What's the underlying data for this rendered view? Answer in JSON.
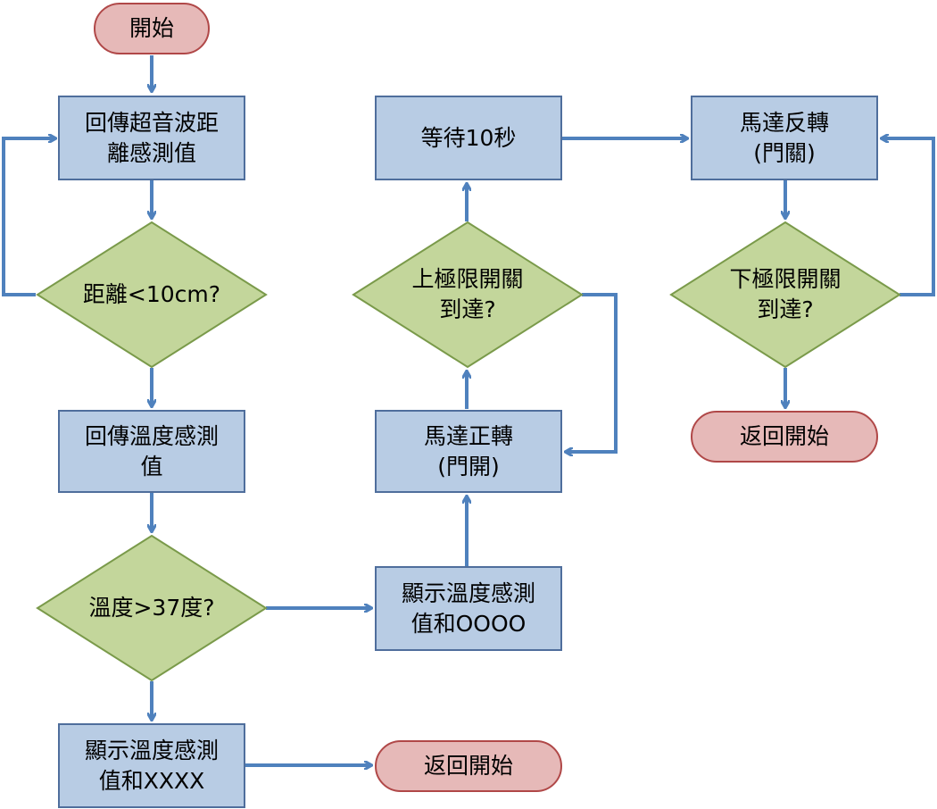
{
  "colors": {
    "process_fill": "#b8cce4",
    "process_border": "#4f6e9c",
    "decision_fill": "#c3d69b",
    "decision_border": "#7a9a4a",
    "terminal_fill": "#e6b9b8",
    "terminal_border": "#b04848",
    "arrow": "#4f81bd"
  },
  "nodes": {
    "start": "開始",
    "read_distance": "回傳超音波距\n離感測值",
    "check_distance": "距離<10cm?",
    "read_temp": "回傳溫度感測\n值",
    "check_temp": "溫度>37度?",
    "show_temp_xxxx": "顯示溫度感測\n值和XXXX",
    "return_start_1": "返回開始",
    "show_temp_oooo": "顯示溫度感測\n值和OOOO",
    "motor_forward": "馬達正轉\n(門開)",
    "upper_limit": "上極限開關\n到達?",
    "wait_10s": "等待10秒",
    "motor_reverse": "馬達反轉\n(門關)",
    "lower_limit": "下極限開關\n到達?",
    "return_start_2": "返回開始"
  }
}
